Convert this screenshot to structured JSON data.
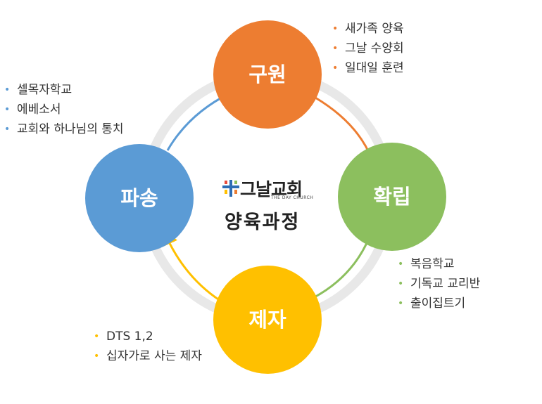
{
  "colors": {
    "salvation": "#ED7D31",
    "establish": "#8CBF5E",
    "disciple": "#FFC000",
    "mission": "#5B9BD5",
    "ring": "#E8E8E8"
  },
  "nodes": {
    "salvation": {
      "label": "구원"
    },
    "establish": {
      "label": "확립"
    },
    "disciple": {
      "label": "제자"
    },
    "mission": {
      "label": "파송"
    }
  },
  "center": {
    "church_name": "그날교회",
    "church_name_en": "THE DAY CHURCH",
    "title": "양육과정"
  },
  "lists": {
    "salvation": [
      "새가족 양육",
      "그날 수양회",
      "일대일 훈련"
    ],
    "mission": [
      "셀목자학교",
      "에베소서",
      "교회와 하나님의 통치"
    ],
    "establish": [
      "복음학교",
      "기독교 교리반",
      "출이집트기"
    ],
    "disciple": [
      "DTS 1,2",
      "십자가로 사는 제자"
    ]
  },
  "bullet": "•"
}
